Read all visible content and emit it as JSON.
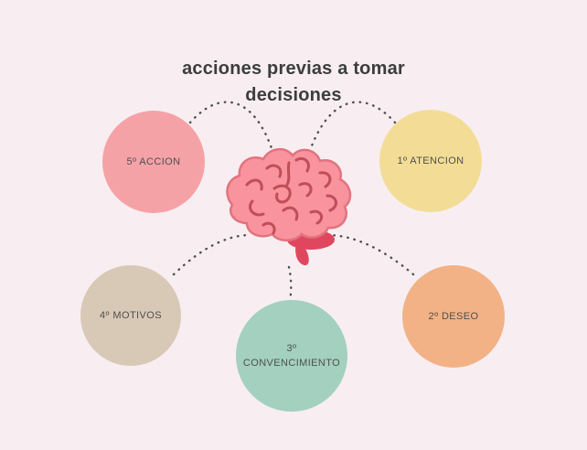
{
  "title": "acciones previas a tomar decisiones",
  "colors": {
    "background": "#f8eef2",
    "title_text": "#3d3d3d",
    "label_text": "#4f4f4f",
    "connector_dots": "#4f4f4f",
    "brain_body": "#f9939d",
    "brain_outline": "#e2737e",
    "brain_folds": "#bf4e58",
    "brain_stem": "#e0475f"
  },
  "center": {
    "icon": "brain-icon"
  },
  "nodes": [
    {
      "label": "1º ATENCION",
      "color": "#f3dd96",
      "position": "top-right"
    },
    {
      "label": "2º DESEO",
      "color": "#f2b286",
      "position": "bottom-right"
    },
    {
      "label": "3º CONVENCIMIENTO",
      "color": "#a3d0bf",
      "position": "bottom-center"
    },
    {
      "label": "4º MOTIVOS",
      "color": "#d8c9b6",
      "position": "bottom-left"
    },
    {
      "label": "5º ACCION",
      "color": "#f5a2a7",
      "position": "top-left"
    }
  ]
}
